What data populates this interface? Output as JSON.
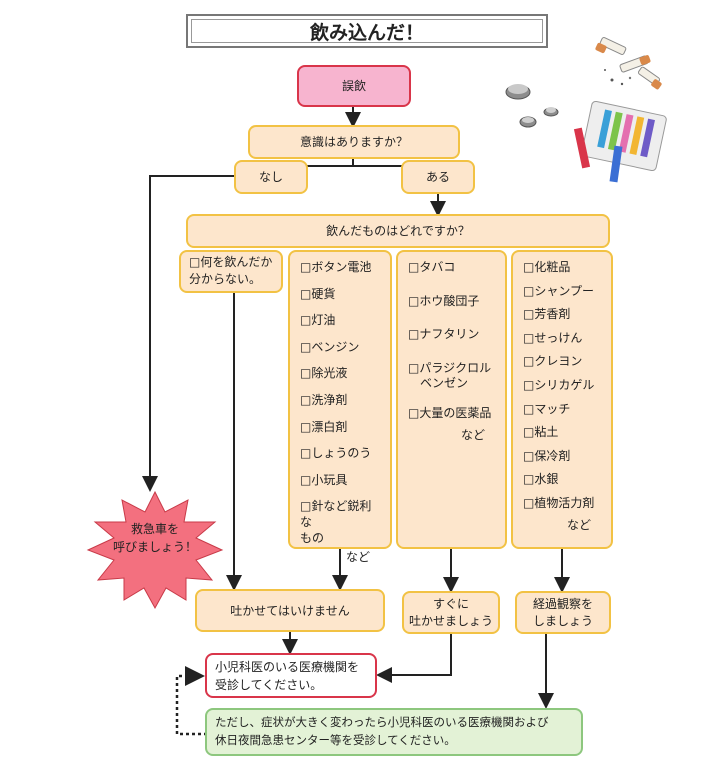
{
  "title": "飲み込んだ！",
  "start": "誤飲",
  "question1": "意識はありますか？",
  "no_label": "なし",
  "yes_label": "ある",
  "question2": "飲んだものはどれですか？",
  "unknown": "□何を飲んだか\n分からない。",
  "col1": {
    "items": [
      "□ボタン電池",
      "□硬貨",
      "□灯油",
      "□ベンジン",
      "□除光液",
      "□洗浄剤",
      "□漂白剤",
      "□しょうのう",
      "□小玩具",
      "□針など鋭利な\nもの"
    ],
    "nado": "など"
  },
  "col2": {
    "items": [
      "□タバコ",
      "□ホウ酸団子",
      "□ナフタリン",
      "□パラジクロル\n　ベンゼン",
      "□大量の医薬品"
    ],
    "nado": "など"
  },
  "col3": {
    "items": [
      "□化粧品",
      "□シャンプー",
      "□芳香剤",
      "□せっけん",
      "□クレヨン",
      "□シリカゲル",
      "□マッチ",
      "□粘土",
      "□保冷剤",
      "□水銀",
      "□植物活力剤"
    ],
    "nado": "など"
  },
  "ambulance": "救急車を\n呼びましょう！",
  "dont_vomit": "吐かせてはいけません",
  "vomit_now": "すぐに\n吐かせましょう",
  "observe": "経過観察を\nしましょう",
  "clinic": "小児科医のいる医療機関を\n受診してください。",
  "note": "ただし、症状が大きく変わったら小児科医のいる医療機関および\n休日夜間急患センター等を受診してください。",
  "colors": {
    "box_fill": "#fde6cc",
    "box_border": "#f2c244",
    "start_fill": "#f7b4cf",
    "red": "#d9354a",
    "green_fill": "#e3f2d6",
    "green_border": "#8dc77e",
    "burst": "#f3707f"
  },
  "illustrations": [
    "cigarette-butts-icon",
    "button-batteries-icon",
    "crayons-box-icon"
  ]
}
